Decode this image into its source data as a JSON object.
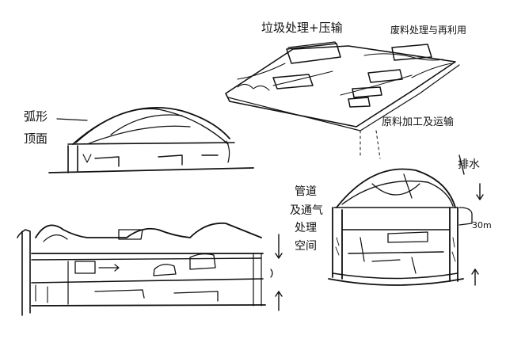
{
  "labels": {
    "garbage_processing": "垃圾处理+压输",
    "waste_reuse": "废料处理与再利用",
    "material_processing": "原料加工及运输",
    "arc_roof_line1": "弧形",
    "arc_roof_line2": "顶面",
    "drainage": "排水",
    "pipe_line1": "管道",
    "pipe_line2": "及通气",
    "pipe_line3": "处理",
    "pipe_line4": "空间",
    "dim_30": "30m"
  }
}
